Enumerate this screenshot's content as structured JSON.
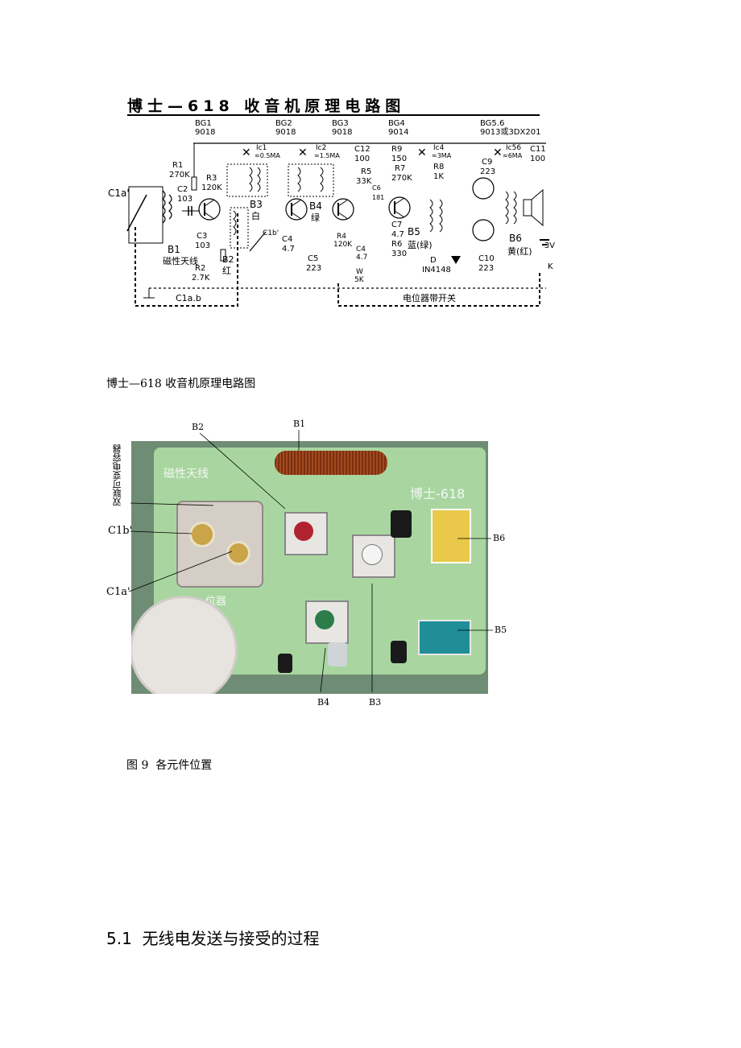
{
  "schematic": {
    "title": "博士—618 收音机原理电路图",
    "labels": {
      "bg1": "BG1",
      "bg1_part": "9018",
      "bg2": "BG2",
      "bg2_part": "9018",
      "bg3": "BG3",
      "bg3_part": "9018",
      "bg4": "BG4",
      "bg4_part": "9014",
      "bg56": "BG5.6",
      "bg56_part": "9013或3DX201",
      "c1a": "C1a'",
      "r1": "R1",
      "r1_val": "270K",
      "c2": "C2",
      "c2_val": "103",
      "r3": "R3",
      "r3_val": "120K",
      "c3": "C3",
      "c3_val": "103",
      "b1": "B1",
      "b1_desc": "磁性天线",
      "r2": "R2",
      "r2_val": "2.7K",
      "b2": "B2",
      "b2_color": "红",
      "ic1": "Ic1",
      "ic1_val": "≈0.5MA",
      "b3": "B3",
      "b3_color": "白",
      "c1b": "C1b'",
      "ic2": "Ic2",
      "ic2_val": "≈1.5MA",
      "b4": "B4",
      "b4_color": "绿",
      "c4": "C4",
      "c4_val": "4.7",
      "c5": "C5",
      "c5_val": "223",
      "r4": "R4",
      "r4_val": "120K",
      "c12": "C12",
      "c12_val": "100",
      "r5": "R5",
      "r5_val": "33K",
      "c6": "C6",
      "c6_val": "181",
      "r9": "R9",
      "r9_val": "150",
      "r7": "R7",
      "r7_val": "270K",
      "c7": "C7",
      "c7_val": "4.7",
      "r6": "R6",
      "r6_val": "330",
      "c4b": "C4",
      "c4b_val": "4.7",
      "w": "W",
      "w_val": "5K",
      "ic4": "Ic4",
      "ic4_val": "≈3MA",
      "r8": "R8",
      "r8_val": "1K",
      "b5": "B5",
      "b5_color": "蓝(绿)",
      "d": "D",
      "d_val": "IN4148",
      "c9": "C9",
      "c9_val": "223",
      "ic56": "Ic56",
      "ic56_val": "≈6MA",
      "c11": "C11",
      "c11_val": "100",
      "c10": "C10",
      "c10_val": "223",
      "b6": "B6",
      "b6_color": "黄(红)",
      "v3": "3V",
      "k": "K",
      "c1ab": "C1a.b",
      "switch_note": "电位器带开关"
    }
  },
  "caption1": "博士—618 收音机原理电路图",
  "photo": {
    "board_label_antenna": "磁性天线",
    "board_brand": "博士-618",
    "board_potentiometer": "位器",
    "callouts": {
      "b1": "B1",
      "b2": "B2",
      "b3": "B3",
      "b4": "B4",
      "b5": "B5",
      "b6": "B6",
      "dual_cap": "双联可变电容器",
      "c1b": "C1b'",
      "c1a": "C1a'"
    }
  },
  "caption2": "图 9  各元件位置",
  "section_heading": "5.1  无线电发送与接受的过程"
}
